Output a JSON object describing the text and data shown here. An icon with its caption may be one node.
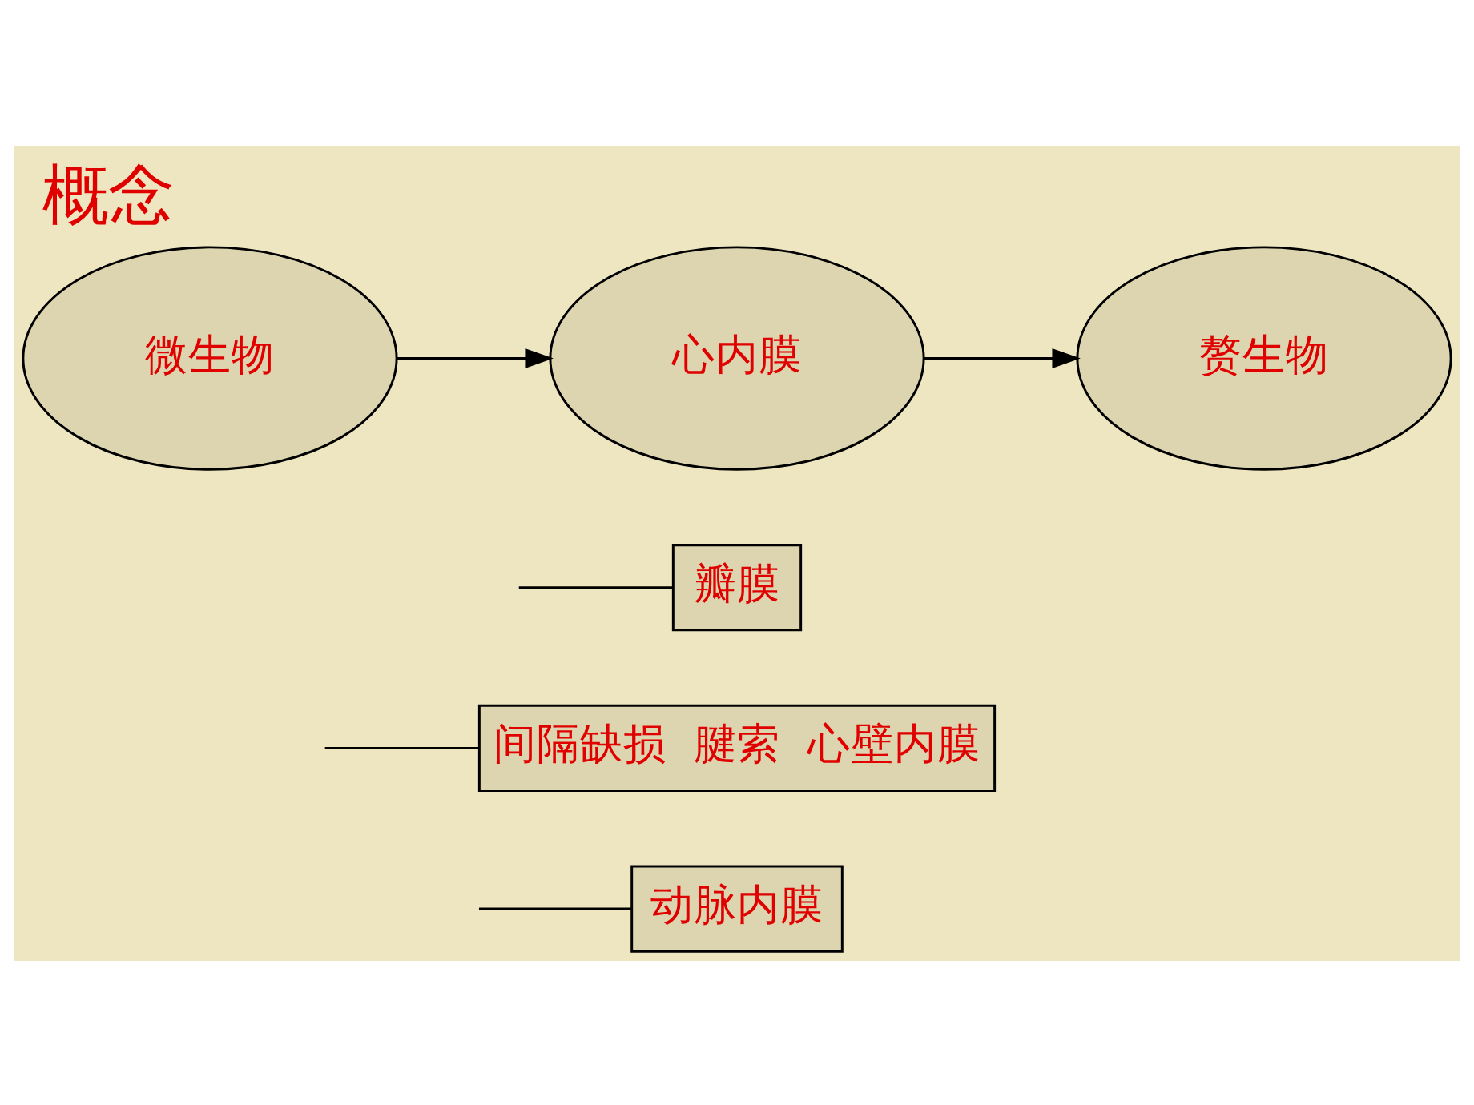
{
  "diagram": {
    "title": "概念",
    "nodes": [
      {
        "text": [
          "微生物"
        ]
      },
      {
        "text": [
          "心内膜"
        ]
      },
      {
        "text": [
          "赘生物"
        ]
      },
      {
        "text": [
          "瓣膜"
        ]
      },
      {
        "text": [
          "间隔缺损  腱索  心壁内膜"
        ]
      },
      {
        "text": [
          "动脉内膜"
        ]
      }
    ],
    "edges": [
      {
        "from": 0,
        "to": 1,
        "arrow": "to"
      },
      {
        "from": 1,
        "to": 2,
        "arrow": "to"
      },
      {
        "from": null,
        "to": 3,
        "arrow": "none"
      },
      {
        "from": null,
        "to": 4,
        "arrow": "none"
      },
      {
        "from": null,
        "to": 5,
        "arrow": "none"
      }
    ]
  }
}
